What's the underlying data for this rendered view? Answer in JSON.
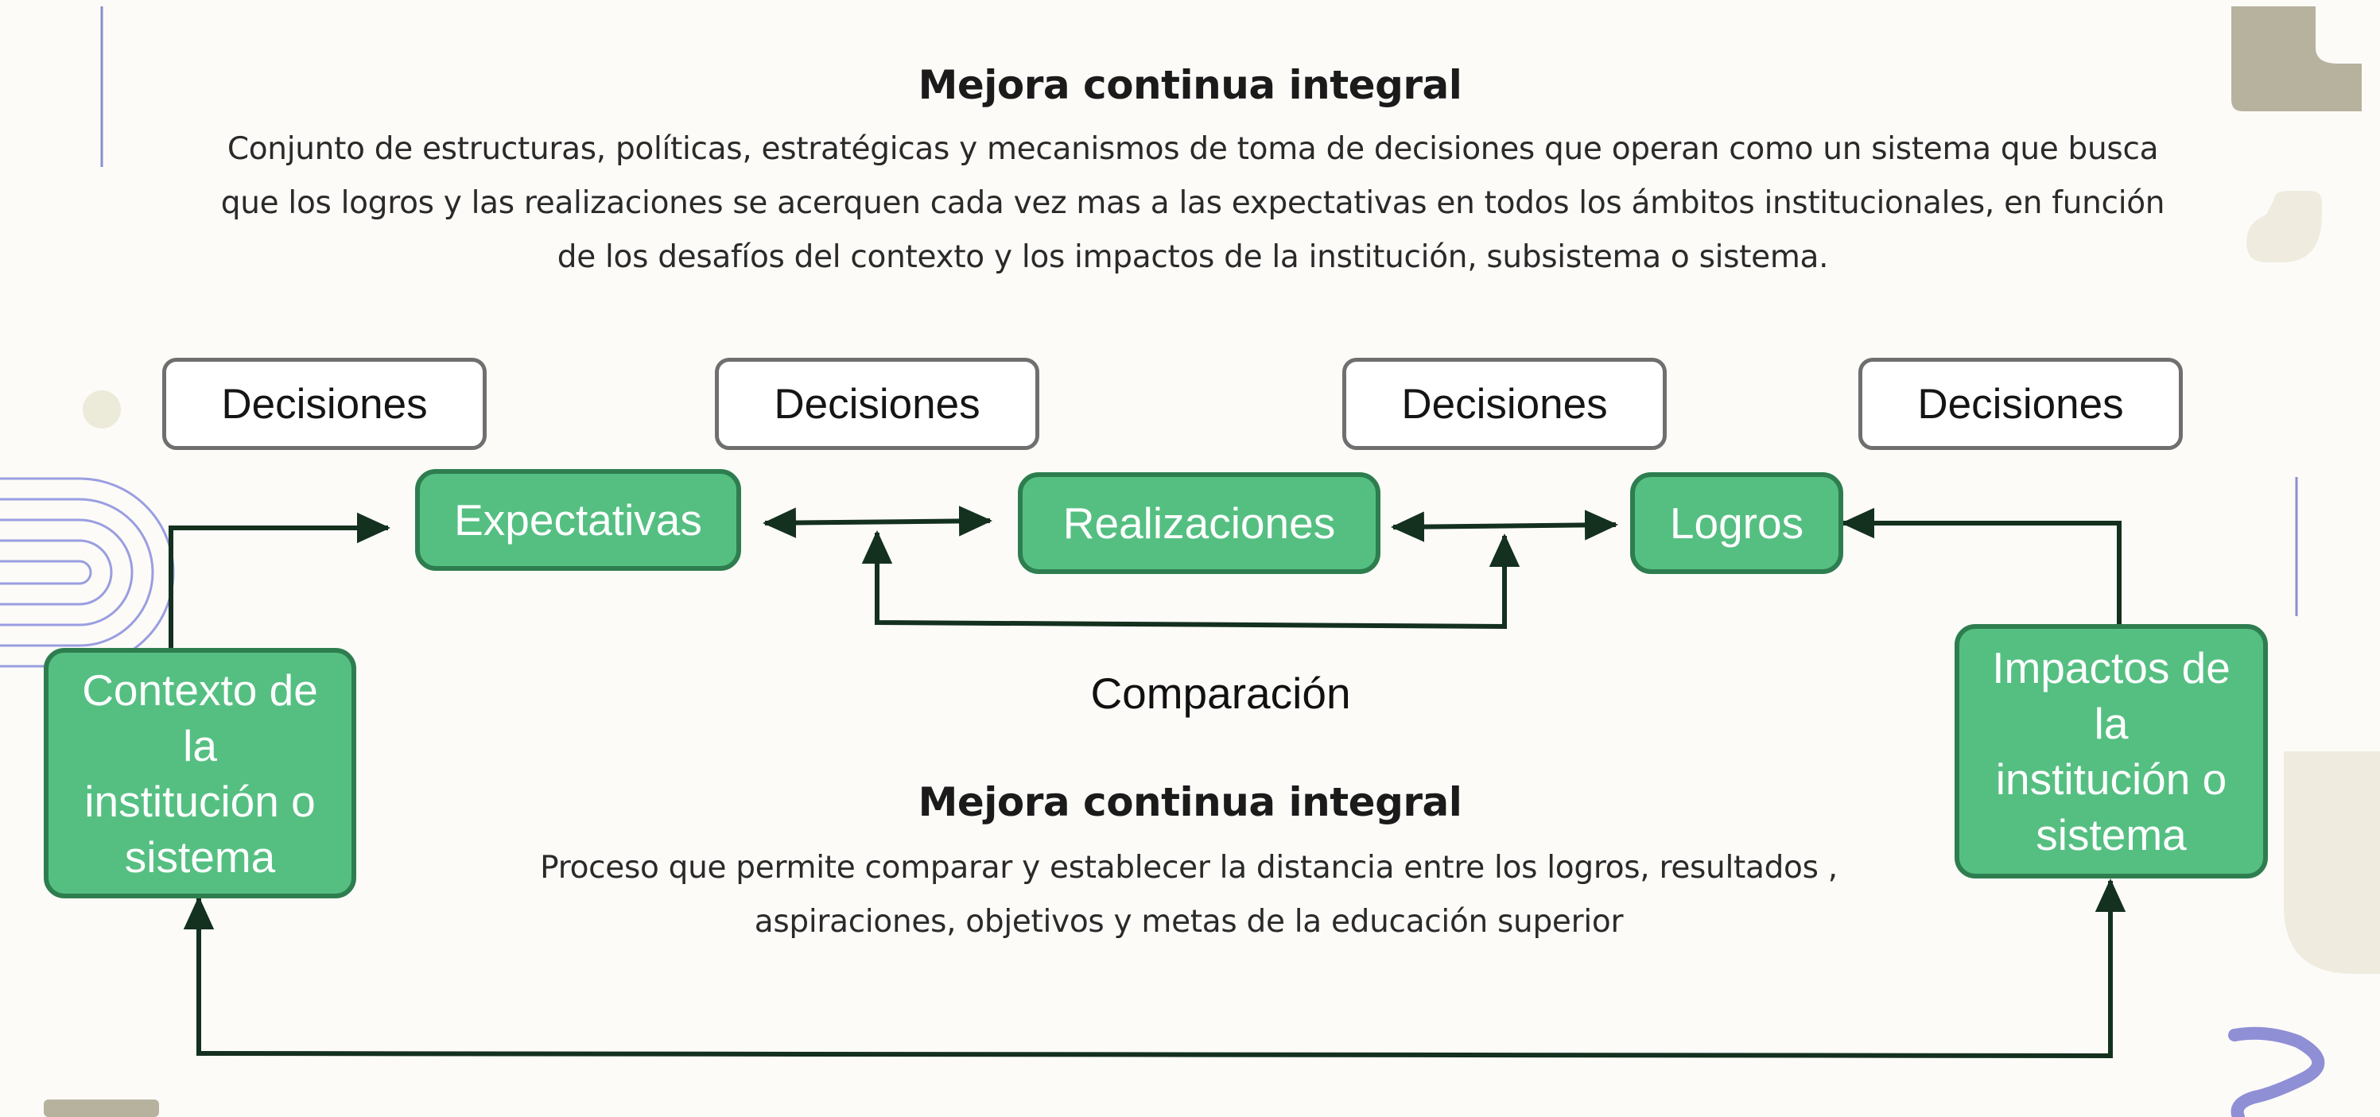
{
  "header": {
    "title": "Mejora continua integral",
    "description": "Conjunto de estructuras, políticas, estratégicas y mecanismos de toma de decisiones que operan como un sistema que busca que los logros y las realizaciones se acerquen cada vez mas a las expectativas en todos los ámbitos institucionales, en función de los desafíos del contexto y los impactos de la institución, subsistema o sistema."
  },
  "diagram": {
    "decisions": [
      "Decisiones",
      "Decisiones",
      "Decisiones",
      "Decisiones"
    ],
    "expectativas": "Expectativas",
    "realizaciones": "Realizaciones",
    "logros": "Logros",
    "contexto": "Contexto de la institución o sistema",
    "impactos": "Impactos de la institución o sistema",
    "comparacion": "Comparación"
  },
  "footer": {
    "title": "Mejora continua integral",
    "description": "Proceso que permite comparar y establecer la distancia entre los logros, resultados , aspiraciones, objetivos y metas de la educación superior"
  },
  "colors": {
    "green_fill": "#55bf82",
    "green_border": "#2e7d4f",
    "arrow": "#14301f",
    "decoration_tan": "#b8b4a0",
    "decoration_purple": "#8f8fd6"
  }
}
